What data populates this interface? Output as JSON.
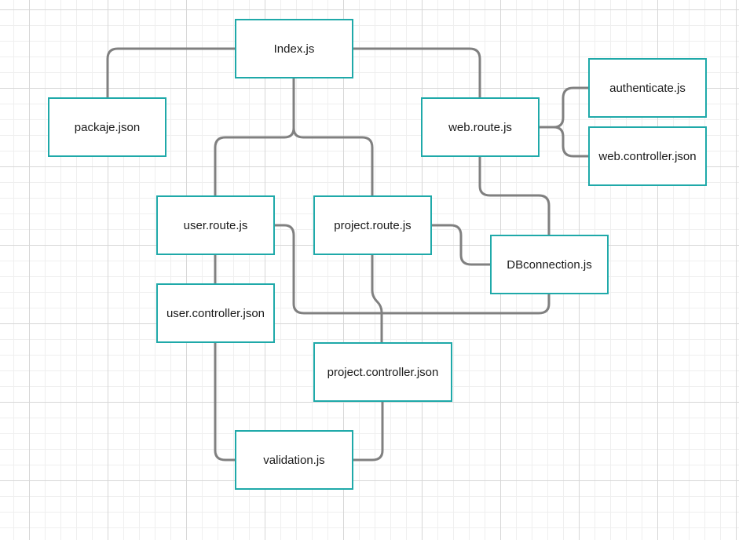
{
  "diagram": {
    "nodes": {
      "index": "Index.js",
      "packaje": "packaje.json",
      "web_route": "web.route.js",
      "authenticate": "authenticate.js",
      "web_controller": "web.controller.json",
      "user_route": "user.route.js",
      "project_route": "project.route.js",
      "db_connection": "DBconnection.js",
      "user_controller": "user.controller.json",
      "project_controller": "project.controller.json",
      "validation": "validation.js"
    },
    "edges": [
      [
        "Index.js",
        "packaje.json"
      ],
      [
        "Index.js",
        "web.route.js"
      ],
      [
        "Index.js",
        "user.route.js"
      ],
      [
        "Index.js",
        "project.route.js"
      ],
      [
        "web.route.js",
        "authenticate.js"
      ],
      [
        "web.route.js",
        "web.controller.json"
      ],
      [
        "web.route.js",
        "DBconnection.js"
      ],
      [
        "project.route.js",
        "DBconnection.js"
      ],
      [
        "user.route.js",
        "DBconnection.js"
      ],
      [
        "user.route.js",
        "user.controller.json"
      ],
      [
        "project.route.js",
        "project.controller.json"
      ],
      [
        "user.controller.json",
        "validation.js"
      ],
      [
        "project.controller.json",
        "validation.js"
      ]
    ],
    "colors": {
      "node_border": "#1fa9a9",
      "connector": "#808080",
      "grid": "#d7d7d7"
    }
  }
}
